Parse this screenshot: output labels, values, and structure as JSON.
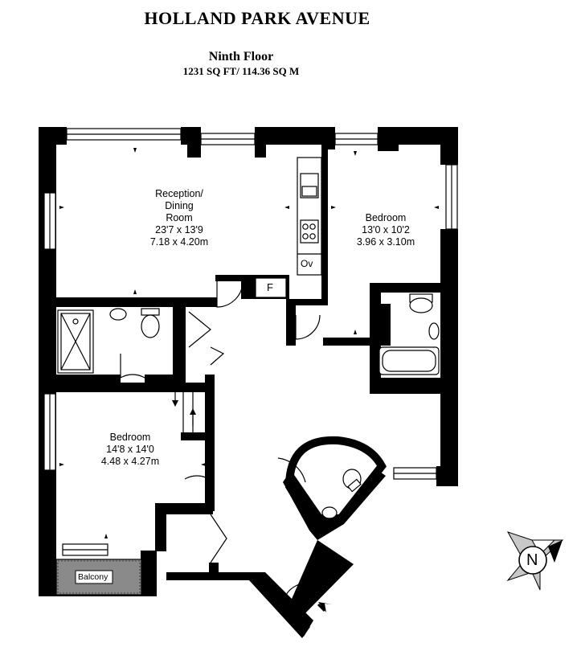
{
  "header": {
    "title": "HOLLAND PARK AVENUE",
    "floor": "Ninth Floor",
    "area": "1231 SQ FT/ 114.36 SQ M"
  },
  "rooms": {
    "reception": {
      "line1": "Reception/",
      "line2": "Dining",
      "line3": "Room",
      "imperial": "23'7 x 13'9",
      "metric": "7.18 x 4.20m"
    },
    "bedroom1": {
      "name": "Bedroom",
      "imperial": "13'0 x 10'2",
      "metric": "3.96 x 3.10m"
    },
    "bedroom2": {
      "name": "Bedroom",
      "imperial": "14'8 x 14'0",
      "metric": "4.48 x 4.27m"
    }
  },
  "labels": {
    "fridge": "F",
    "oven": "Ov",
    "balcony": "Balcony",
    "compass": "N"
  },
  "colors": {
    "wall": "#000000",
    "balcony_fill": "#8a8a8a",
    "compass_fill": "#c8c8c8"
  }
}
